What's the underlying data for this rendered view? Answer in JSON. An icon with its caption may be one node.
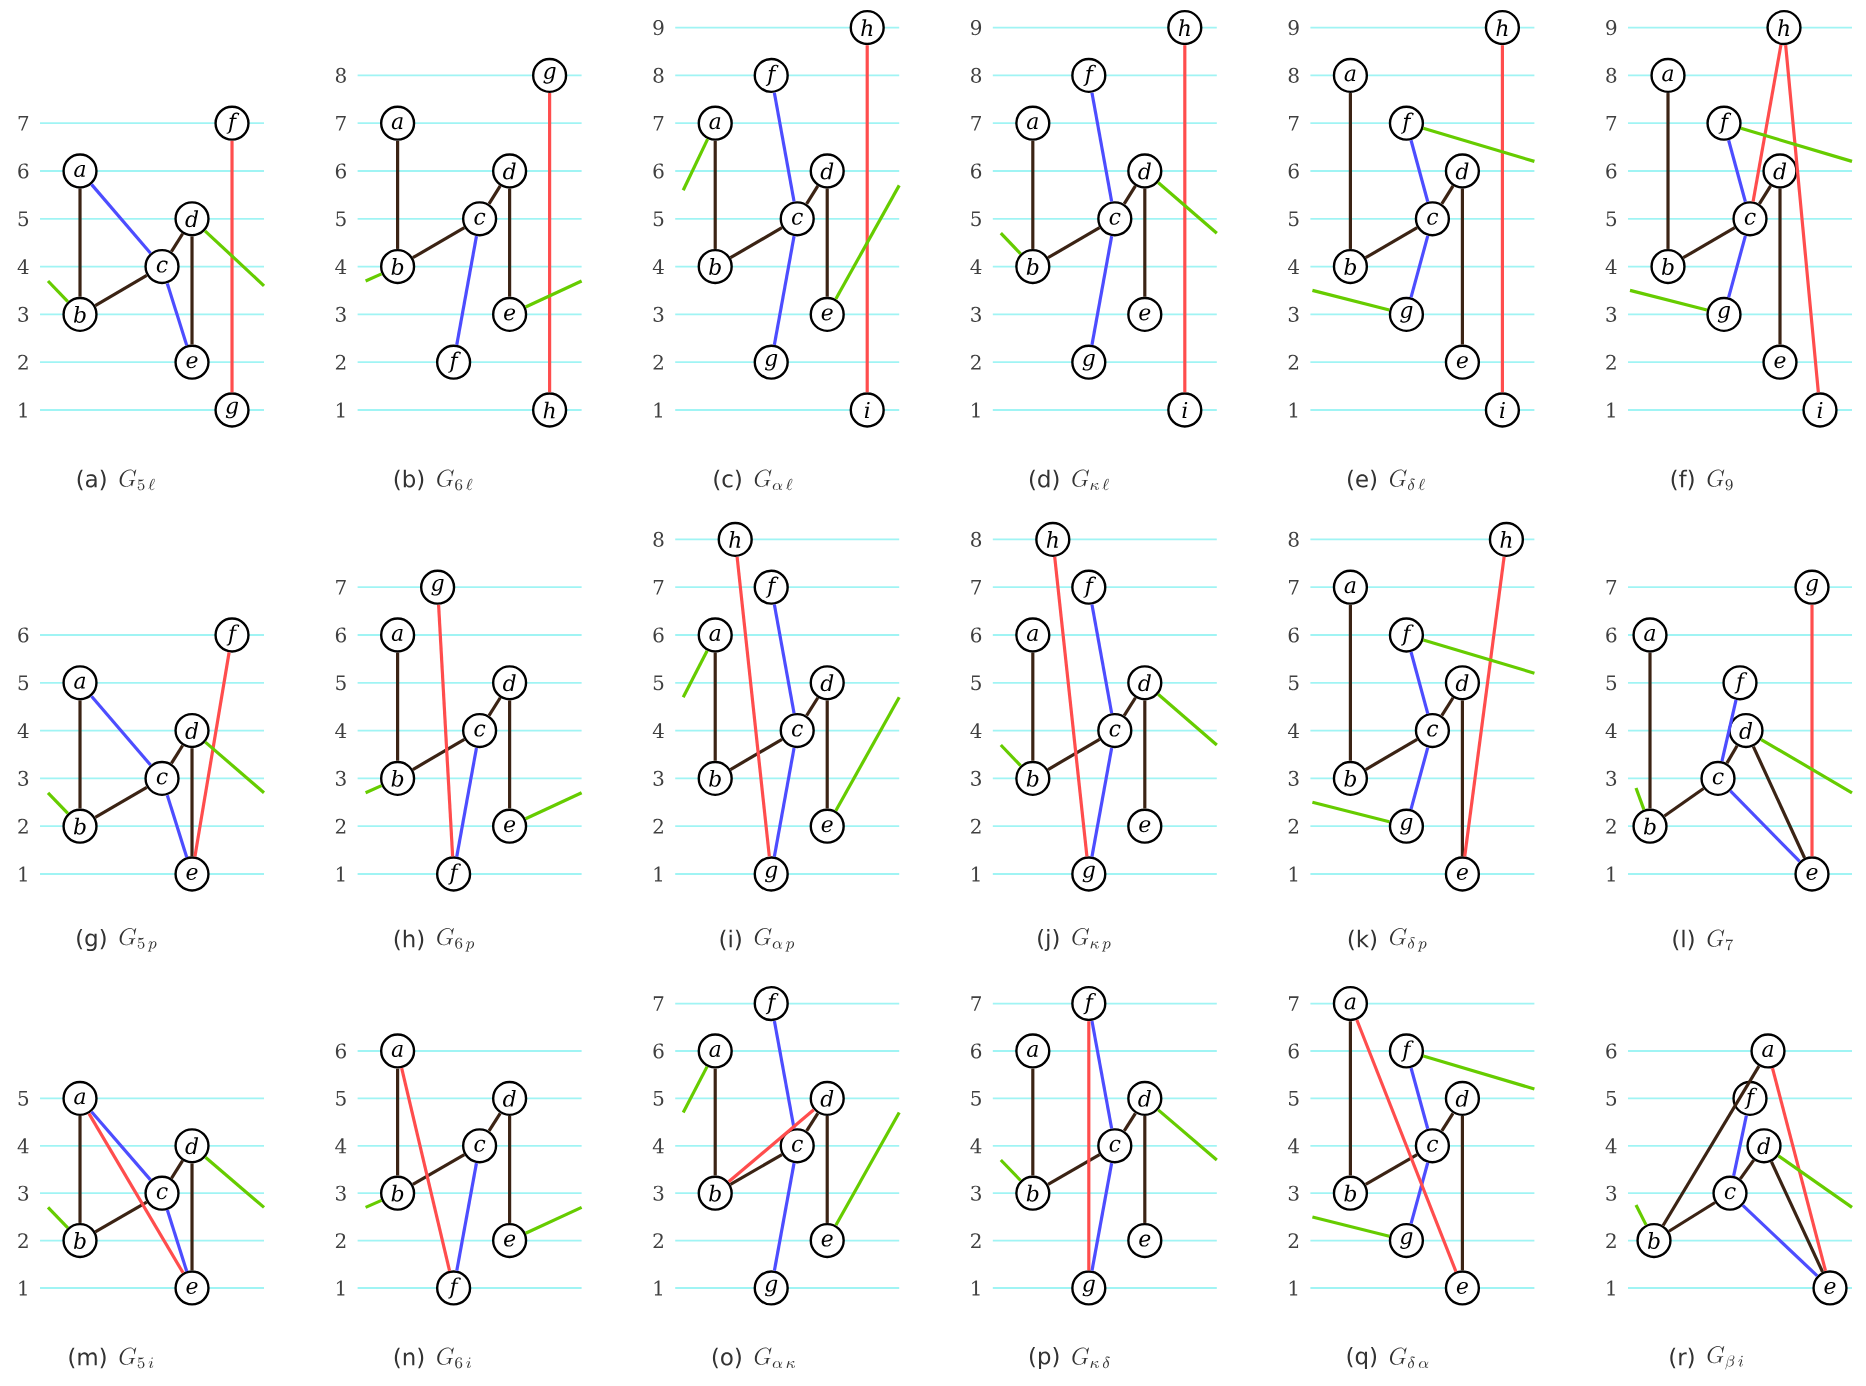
{
  "diagram": {
    "nodes": [
      {
        "text": [
          "a"
        ]
      },
      {
        "text": [
          "b"
        ]
      },
      {
        "text": [
          "c"
        ]
      },
      {
        "text": [
          "d"
        ]
      },
      {
        "text": [
          "e"
        ]
      },
      {
        "text": [
          "f"
        ]
      },
      {
        "text": [
          "g"
        ]
      },
      {
        "text": [
          "a"
        ]
      },
      {
        "text": [
          "b"
        ]
      },
      {
        "text": [
          "c"
        ]
      },
      {
        "text": [
          "d"
        ]
      },
      {
        "text": [
          "e"
        ]
      },
      {
        "text": [
          "f"
        ]
      },
      {
        "text": [
          "g"
        ]
      },
      {
        "text": [
          "h"
        ]
      },
      {
        "text": [
          "a"
        ]
      },
      {
        "text": [
          "b"
        ]
      },
      {
        "text": [
          "c"
        ]
      },
      {
        "text": [
          "d"
        ]
      },
      {
        "text": [
          "e"
        ]
      },
      {
        "text": [
          "f"
        ]
      },
      {
        "text": [
          "g"
        ]
      },
      {
        "text": [
          "h"
        ]
      },
      {
        "text": [
          "i"
        ]
      },
      {
        "text": [
          "a"
        ]
      },
      {
        "text": [
          "b"
        ]
      },
      {
        "text": [
          "c"
        ]
      },
      {
        "text": [
          "d"
        ]
      },
      {
        "text": [
          "e"
        ]
      },
      {
        "text": [
          "f"
        ]
      },
      {
        "text": [
          "g"
        ]
      },
      {
        "text": [
          "h"
        ]
      },
      {
        "text": [
          "i"
        ]
      },
      {
        "text": [
          "a"
        ]
      },
      {
        "text": [
          "b"
        ]
      },
      {
        "text": [
          "c"
        ]
      },
      {
        "text": [
          "d"
        ]
      },
      {
        "text": [
          "e"
        ]
      },
      {
        "text": [
          "f"
        ]
      },
      {
        "text": [
          "g"
        ]
      },
      {
        "text": [
          "h"
        ]
      },
      {
        "text": [
          "i"
        ]
      },
      {
        "text": [
          "a"
        ]
      },
      {
        "text": [
          "b"
        ]
      },
      {
        "text": [
          "c"
        ]
      },
      {
        "text": [
          "d"
        ]
      },
      {
        "text": [
          "e"
        ]
      },
      {
        "text": [
          "f"
        ]
      },
      {
        "text": [
          "g"
        ]
      },
      {
        "text": [
          "h"
        ]
      },
      {
        "text": [
          "i"
        ]
      },
      {
        "text": [
          "a"
        ]
      },
      {
        "text": [
          "b"
        ]
      },
      {
        "text": [
          "c"
        ]
      },
      {
        "text": [
          "d"
        ]
      },
      {
        "text": [
          "e"
        ]
      },
      {
        "text": [
          "f"
        ]
      },
      {
        "text": [
          "a"
        ]
      },
      {
        "text": [
          "b"
        ]
      },
      {
        "text": [
          "c"
        ]
      },
      {
        "text": [
          "d"
        ]
      },
      {
        "text": [
          "e"
        ]
      },
      {
        "text": [
          "f"
        ]
      },
      {
        "text": [
          "g"
        ]
      },
      {
        "text": [
          "a"
        ]
      },
      {
        "text": [
          "b"
        ]
      },
      {
        "text": [
          "c"
        ]
      },
      {
        "text": [
          "d"
        ]
      },
      {
        "text": [
          "e"
        ]
      },
      {
        "text": [
          "f"
        ]
      },
      {
        "text": [
          "g"
        ]
      },
      {
        "text": [
          "h"
        ]
      },
      {
        "text": [
          "a"
        ]
      },
      {
        "text": [
          "b"
        ]
      },
      {
        "text": [
          "c"
        ]
      },
      {
        "text": [
          "d"
        ]
      },
      {
        "text": [
          "e"
        ]
      },
      {
        "text": [
          "f"
        ]
      },
      {
        "text": [
          "g"
        ]
      },
      {
        "text": [
          "h"
        ]
      },
      {
        "text": [
          "a"
        ]
      },
      {
        "text": [
          "b"
        ]
      },
      {
        "text": [
          "c"
        ]
      },
      {
        "text": [
          "d"
        ]
      },
      {
        "text": [
          "e"
        ]
      },
      {
        "text": [
          "f"
        ]
      },
      {
        "text": [
          "g"
        ]
      },
      {
        "text": [
          "h"
        ]
      },
      {
        "text": [
          "a"
        ]
      },
      {
        "text": [
          "b"
        ]
      },
      {
        "text": [
          "c"
        ]
      },
      {
        "text": [
          "d"
        ]
      },
      {
        "text": [
          "e"
        ]
      },
      {
        "text": [
          "f"
        ]
      },
      {
        "text": [
          "g"
        ]
      },
      {
        "text": [
          "a"
        ]
      },
      {
        "text": [
          "b"
        ]
      },
      {
        "text": [
          "c"
        ]
      },
      {
        "text": [
          "d"
        ]
      },
      {
        "text": [
          "e"
        ]
      },
      {
        "text": [
          "a"
        ]
      },
      {
        "text": [
          "b"
        ]
      },
      {
        "text": [
          "c"
        ]
      },
      {
        "text": [
          "d"
        ]
      },
      {
        "text": [
          "e"
        ]
      },
      {
        "text": [
          "f"
        ]
      },
      {
        "text": [
          "a"
        ]
      },
      {
        "text": [
          "b"
        ]
      },
      {
        "text": [
          "c"
        ]
      },
      {
        "text": [
          "d"
        ]
      },
      {
        "text": [
          "e"
        ]
      },
      {
        "text": [
          "f"
        ]
      },
      {
        "text": [
          "g"
        ]
      },
      {
        "text": [
          "a"
        ]
      },
      {
        "text": [
          "b"
        ]
      },
      {
        "text": [
          "c"
        ]
      },
      {
        "text": [
          "d"
        ]
      },
      {
        "text": [
          "e"
        ]
      },
      {
        "text": [
          "f"
        ]
      },
      {
        "text": [
          "g"
        ]
      },
      {
        "text": [
          "a"
        ]
      },
      {
        "text": [
          "b"
        ]
      },
      {
        "text": [
          "c"
        ]
      },
      {
        "text": [
          "d"
        ]
      },
      {
        "text": [
          "e"
        ]
      },
      {
        "text": [
          "f"
        ]
      },
      {
        "text": [
          "g"
        ]
      },
      {
        "text": [
          "a"
        ]
      },
      {
        "text": [
          "b"
        ]
      },
      {
        "text": [
          "c"
        ]
      },
      {
        "text": [
          "d"
        ]
      },
      {
        "text": [
          "e"
        ]
      },
      {
        "text": [
          "f"
        ]
      }
    ],
    "edges": [
      {
        "from": 0,
        "to": 1,
        "arrow": "none"
      },
      {
        "from": 1,
        "to": 2,
        "arrow": "none"
      },
      {
        "from": 2,
        "to": 3,
        "arrow": "none"
      },
      {
        "from": 3,
        "to": 4,
        "arrow": "none"
      },
      {
        "from": 0,
        "to": 2,
        "arrow": "none",
        "color": "#4d4dff"
      },
      {
        "from": 2,
        "to": 4,
        "arrow": "none",
        "color": "#4d4dff"
      },
      {
        "from": 5,
        "to": 6,
        "arrow": "none",
        "color": "#ff4d4d"
      },
      {
        "from": 1,
        "to": null,
        "arrow": "none",
        "color": "#66cc00"
      },
      {
        "from": 3,
        "to": null,
        "arrow": "none",
        "color": "#66cc00"
      },
      {
        "from": 7,
        "to": 8,
        "arrow": "none"
      },
      {
        "from": 8,
        "to": 9,
        "arrow": "none"
      },
      {
        "from": 9,
        "to": 10,
        "arrow": "none"
      },
      {
        "from": 10,
        "to": 11,
        "arrow": "none"
      },
      {
        "from": 9,
        "to": 12,
        "arrow": "none",
        "color": "#4d4dff"
      },
      {
        "from": 13,
        "to": 14,
        "arrow": "none",
        "color": "#ff4d4d"
      },
      {
        "from": 8,
        "to": null,
        "arrow": "none",
        "color": "#66cc00"
      },
      {
        "from": 11,
        "to": null,
        "arrow": "none",
        "color": "#66cc00"
      },
      {
        "from": 15,
        "to": 16,
        "arrow": "none"
      },
      {
        "from": 16,
        "to": 17,
        "arrow": "none"
      },
      {
        "from": 17,
        "to": 18,
        "arrow": "none"
      },
      {
        "from": 18,
        "to": 19,
        "arrow": "none"
      },
      {
        "from": 20,
        "to": 17,
        "arrow": "none",
        "color": "#4d4dff"
      },
      {
        "from": 17,
        "to": 21,
        "arrow": "none",
        "color": "#4d4dff"
      },
      {
        "from": 22,
        "to": 23,
        "arrow": "none",
        "color": "#ff4d4d"
      },
      {
        "from": 15,
        "to": null,
        "arrow": "none",
        "color": "#66cc00"
      },
      {
        "from": 19,
        "to": null,
        "arrow": "none",
        "color": "#66cc00"
      },
      {
        "from": 24,
        "to": 25,
        "arrow": "none"
      },
      {
        "from": 25,
        "to": 26,
        "arrow": "none"
      },
      {
        "from": 26,
        "to": 27,
        "arrow": "none"
      },
      {
        "from": 27,
        "to": 28,
        "arrow": "none"
      },
      {
        "from": 29,
        "to": 26,
        "arrow": "none",
        "color": "#4d4dff"
      },
      {
        "from": 26,
        "to": 30,
        "arrow": "none",
        "color": "#4d4dff"
      },
      {
        "from": 31,
        "to": 32,
        "arrow": "none",
        "color": "#ff4d4d"
      },
      {
        "from": 25,
        "to": null,
        "arrow": "none",
        "color": "#66cc00"
      },
      {
        "from": 27,
        "to": null,
        "arrow": "none",
        "color": "#66cc00"
      },
      {
        "from": 33,
        "to": 34,
        "arrow": "none"
      },
      {
        "from": 34,
        "to": 35,
        "arrow": "none"
      },
      {
        "from": 35,
        "to": 36,
        "arrow": "none"
      },
      {
        "from": 36,
        "to": 37,
        "arrow": "none"
      },
      {
        "from": 38,
        "to": 35,
        "arrow": "none",
        "color": "#4d4dff"
      },
      {
        "from": 35,
        "to": 39,
        "arrow": "none",
        "color": "#4d4dff"
      },
      {
        "from": 40,
        "to": 41,
        "arrow": "none",
        "color": "#ff4d4d"
      },
      {
        "from": 38,
        "to": null,
        "arrow": "none",
        "color": "#66cc00"
      },
      {
        "from": 39,
        "to": null,
        "arrow": "none",
        "color": "#66cc00"
      },
      {
        "from": 42,
        "to": 43,
        "arrow": "none"
      },
      {
        "from": 43,
        "to": 44,
        "arrow": "none"
      },
      {
        "from": 44,
        "to": 45,
        "arrow": "none"
      },
      {
        "from": 45,
        "to": 46,
        "arrow": "none"
      },
      {
        "from": 47,
        "to": 44,
        "arrow": "none",
        "color": "#4d4dff"
      },
      {
        "from": 44,
        "to": 48,
        "arrow": "none",
        "color": "#4d4dff"
      },
      {
        "from": 49,
        "to": 44,
        "arrow": "none",
        "color": "#ff4d4d"
      },
      {
        "from": 49,
        "to": 50,
        "arrow": "none",
        "color": "#ff4d4d"
      },
      {
        "from": 47,
        "to": null,
        "arrow": "none",
        "color": "#66cc00"
      },
      {
        "from": 48,
        "to": null,
        "arrow": "none",
        "color": "#66cc00"
      },
      {
        "from": 51,
        "to": 52,
        "arrow": "none"
      },
      {
        "from": 52,
        "to": 53,
        "arrow": "none"
      },
      {
        "from": 53,
        "to": 54,
        "arrow": "none"
      },
      {
        "from": 54,
        "to": 55,
        "arrow": "none"
      },
      {
        "from": 51,
        "to": 53,
        "arrow": "none",
        "color": "#4d4dff"
      },
      {
        "from": 53,
        "to": 55,
        "arrow": "none",
        "color": "#4d4dff"
      },
      {
        "from": 56,
        "to": 55,
        "arrow": "none",
        "color": "#ff4d4d"
      },
      {
        "from": 52,
        "to": null,
        "arrow": "none",
        "color": "#66cc00"
      },
      {
        "from": 54,
        "to": null,
        "arrow": "none",
        "color": "#66cc00"
      },
      {
        "from": 57,
        "to": 58,
        "arrow": "none"
      },
      {
        "from": 58,
        "to": 59,
        "arrow": "none"
      },
      {
        "from": 59,
        "to": 60,
        "arrow": "none"
      },
      {
        "from": 60,
        "to": 61,
        "arrow": "none"
      },
      {
        "from": 59,
        "to": 62,
        "arrow": "none",
        "color": "#4d4dff"
      },
      {
        "from": 63,
        "to": 62,
        "arrow": "none",
        "color": "#ff4d4d"
      },
      {
        "from": 58,
        "to": null,
        "arrow": "none",
        "color": "#66cc00"
      },
      {
        "from": 61,
        "to": null,
        "arrow": "none",
        "color": "#66cc00"
      },
      {
        "from": 64,
        "to": 65,
        "arrow": "none"
      },
      {
        "from": 65,
        "to": 66,
        "arrow": "none"
      },
      {
        "from": 66,
        "to": 67,
        "arrow": "none"
      },
      {
        "from": 67,
        "to": 68,
        "arrow": "none"
      },
      {
        "from": 69,
        "to": 66,
        "arrow": "none",
        "color": "#4d4dff"
      },
      {
        "from": 66,
        "to": 70,
        "arrow": "none",
        "color": "#4d4dff"
      },
      {
        "from": 71,
        "to": 70,
        "arrow": "none",
        "color": "#ff4d4d"
      },
      {
        "from": 64,
        "to": null,
        "arrow": "none",
        "color": "#66cc00"
      },
      {
        "from": 68,
        "to": null,
        "arrow": "none",
        "color": "#66cc00"
      },
      {
        "from": 72,
        "to": 73,
        "arrow": "none"
      },
      {
        "from": 73,
        "to": 74,
        "arrow": "none"
      },
      {
        "from": 74,
        "to": 75,
        "arrow": "none"
      },
      {
        "from": 75,
        "to": 76,
        "arrow": "none"
      },
      {
        "from": 77,
        "to": 74,
        "arrow": "none",
        "color": "#4d4dff"
      },
      {
        "from": 74,
        "to": 78,
        "arrow": "none",
        "color": "#4d4dff"
      },
      {
        "from": 79,
        "to": 78,
        "arrow": "none",
        "color": "#ff4d4d"
      },
      {
        "from": 73,
        "to": null,
        "arrow": "none",
        "color": "#66cc00"
      },
      {
        "from": 75,
        "to": null,
        "arrow": "none",
        "color": "#66cc00"
      },
      {
        "from": 80,
        "to": 81,
        "arrow": "none"
      },
      {
        "from": 81,
        "to": 82,
        "arrow": "none"
      },
      {
        "from": 82,
        "to": 83,
        "arrow": "none"
      },
      {
        "from": 83,
        "to": 84,
        "arrow": "none"
      },
      {
        "from": 85,
        "to": 82,
        "arrow": "none",
        "color": "#4d4dff"
      },
      {
        "from": 82,
        "to": 86,
        "arrow": "none",
        "color": "#4d4dff"
      },
      {
        "from": 87,
        "to": 84,
        "arrow": "none",
        "color": "#ff4d4d"
      },
      {
        "from": 85,
        "to": null,
        "arrow": "none",
        "color": "#66cc00"
      },
      {
        "from": 86,
        "to": null,
        "arrow": "none",
        "color": "#66cc00"
      },
      {
        "from": 88,
        "to": 89,
        "arrow": "none"
      },
      {
        "from": 89,
        "to": 90,
        "arrow": "none"
      },
      {
        "from": 90,
        "to": 91,
        "arrow": "none"
      },
      {
        "from": 91,
        "to": 92,
        "arrow": "none"
      },
      {
        "from": 93,
        "to": 90,
        "arrow": "none",
        "color": "#4d4dff"
      },
      {
        "from": 90,
        "to": 92,
        "arrow": "none",
        "color": "#4d4dff"
      },
      {
        "from": 94,
        "to": 92,
        "arrow": "none",
        "color": "#ff4d4d"
      },
      {
        "from": 89,
        "to": null,
        "arrow": "none",
        "color": "#66cc00"
      },
      {
        "from": 91,
        "to": null,
        "arrow": "none",
        "color": "#66cc00"
      },
      {
        "from": 95,
        "to": 96,
        "arrow": "none"
      },
      {
        "from": 96,
        "to": 97,
        "arrow": "none"
      },
      {
        "from": 97,
        "to": 98,
        "arrow": "none"
      },
      {
        "from": 98,
        "to": 99,
        "arrow": "none"
      },
      {
        "from": 95,
        "to": 97,
        "arrow": "none",
        "color": "#4d4dff"
      },
      {
        "from": 97,
        "to": 99,
        "arrow": "none",
        "color": "#4d4dff"
      },
      {
        "from": 95,
        "to": 99,
        "arrow": "none",
        "color": "#ff4d4d"
      },
      {
        "from": 96,
        "to": null,
        "arrow": "none",
        "color": "#66cc00"
      },
      {
        "from": 98,
        "to": null,
        "arrow": "none",
        "color": "#66cc00"
      },
      {
        "from": 100,
        "to": 101,
        "arrow": "none"
      },
      {
        "from": 101,
        "to": 102,
        "arrow": "none"
      },
      {
        "from": 102,
        "to": 103,
        "arrow": "none"
      },
      {
        "from": 103,
        "to": 104,
        "arrow": "none"
      },
      {
        "from": 102,
        "to": 105,
        "arrow": "none",
        "color": "#4d4dff"
      },
      {
        "from": 100,
        "to": 105,
        "arrow": "none",
        "color": "#ff4d4d"
      },
      {
        "from": 101,
        "to": null,
        "arrow": "none",
        "color": "#66cc00"
      },
      {
        "from": 104,
        "to": null,
        "arrow": "none",
        "color": "#66cc00"
      },
      {
        "from": 106,
        "to": 107,
        "arrow": "none"
      },
      {
        "from": 107,
        "to": 108,
        "arrow": "none"
      },
      {
        "from": 108,
        "to": 109,
        "arrow": "none"
      },
      {
        "from": 109,
        "to": 110,
        "arrow": "none"
      },
      {
        "from": 111,
        "to": 108,
        "arrow": "none",
        "color": "#4d4dff"
      },
      {
        "from": 108,
        "to": 112,
        "arrow": "none",
        "color": "#4d4dff"
      },
      {
        "from": 107,
        "to": 109,
        "arrow": "none",
        "color": "#ff4d4d"
      },
      {
        "from": 106,
        "to": null,
        "arrow": "none",
        "color": "#66cc00"
      },
      {
        "from": 110,
        "to": null,
        "arrow": "none",
        "color": "#66cc00"
      },
      {
        "from": 113,
        "to": 114,
        "arrow": "none"
      },
      {
        "from": 114,
        "to": 115,
        "arrow": "none"
      },
      {
        "from": 115,
        "to": 116,
        "arrow": "none"
      },
      {
        "from": 116,
        "to": 117,
        "arrow": "none"
      },
      {
        "from": 118,
        "to": 115,
        "arrow": "none",
        "color": "#4d4dff"
      },
      {
        "from": 115,
        "to": 119,
        "arrow": "none",
        "color": "#4d4dff"
      },
      {
        "from": 118,
        "to": 119,
        "arrow": "none",
        "color": "#ff4d4d"
      },
      {
        "from": 114,
        "to": null,
        "arrow": "none",
        "color": "#66cc00"
      },
      {
        "from": 116,
        "to": null,
        "arrow": "none",
        "color": "#66cc00"
      },
      {
        "from": 120,
        "to": 121,
        "arrow": "none"
      },
      {
        "from": 121,
        "to": 122,
        "arrow": "none"
      },
      {
        "from": 122,
        "to": 123,
        "arrow": "none"
      },
      {
        "from": 123,
        "to": 124,
        "arrow": "none"
      },
      {
        "from": 125,
        "to": 122,
        "arrow": "none",
        "color": "#4d4dff"
      },
      {
        "from": 122,
        "to": 126,
        "arrow": "none",
        "color": "#4d4dff"
      },
      {
        "from": 120,
        "to": 124,
        "arrow": "none",
        "color": "#ff4d4d"
      },
      {
        "from": 125,
        "to": null,
        "arrow": "none",
        "color": "#66cc00"
      },
      {
        "from": 126,
        "to": null,
        "arrow": "none",
        "color": "#66cc00"
      },
      {
        "from": 127,
        "to": 128,
        "arrow": "none"
      },
      {
        "from": 128,
        "to": 129,
        "arrow": "none"
      },
      {
        "from": 129,
        "to": 130,
        "arrow": "none"
      },
      {
        "from": 130,
        "to": 131,
        "arrow": "none"
      },
      {
        "from": 132,
        "to": 129,
        "arrow": "none",
        "color": "#4d4dff"
      },
      {
        "from": 129,
        "to": 131,
        "arrow": "none",
        "color": "#4d4dff"
      },
      {
        "from": 127,
        "to": 131,
        "arrow": "none",
        "color": "#ff4d4d"
      },
      {
        "from": 128,
        "to": null,
        "arrow": "none",
        "color": "#66cc00"
      },
      {
        "from": 130,
        "to": null,
        "arrow": "none",
        "color": "#66cc00"
      }
    ],
    "labels": [
      "7",
      "6",
      "5",
      "4",
      "3",
      "2",
      "1",
      "8",
      "7",
      "6",
      "5",
      "4",
      "3",
      "2",
      "1",
      "9",
      "8",
      "7",
      "6",
      "5",
      "4",
      "3",
      "2",
      "1",
      "9",
      "8",
      "7",
      "6",
      "5",
      "4",
      "3",
      "2",
      "1",
      "9",
      "8",
      "7",
      "6",
      "5",
      "4",
      "3",
      "2",
      "1",
      "9",
      "8",
      "7",
      "6",
      "5",
      "4",
      "3",
      "2",
      "1",
      "(a)",
      "G_{5\\,\\ell}",
      "(b)",
      "G_{6\\,\\ell}",
      "(c)",
      "G_{\\alpha\\,\\ell}",
      "(d)",
      "G_{\\kappa\\,\\ell}",
      "(e)",
      "G_{\\delta\\,\\ell}",
      "(f)",
      "G_{9}",
      "6",
      "5",
      "4",
      "3",
      "2",
      "1",
      "7",
      "6",
      "5",
      "4",
      "3",
      "2",
      "1",
      "8",
      "7",
      "6",
      "5",
      "4",
      "3",
      "2",
      "1",
      "8",
      "7",
      "6",
      "5",
      "4",
      "3",
      "2",
      "1",
      "8",
      "7",
      "6",
      "5",
      "4",
      "3",
      "2",
      "1",
      "7",
      "6",
      "5",
      "4",
      "3",
      "2",
      "1",
      "(g)",
      "G_{5\\,p}",
      "(h)",
      "G_{6\\,p}",
      "(i)",
      "G_{\\alpha\\,p}",
      "(j)",
      "G_{\\kappa\\,p}",
      "(k)",
      "G_{\\delta\\,p}",
      "(l)",
      "G_{7}",
      "5",
      "4",
      "3",
      "2",
      "1",
      "6",
      "5",
      "4",
      "3",
      "2",
      "1",
      "7",
      "6",
      "5",
      "4",
      "3",
      "2",
      "1",
      "7",
      "6",
      "5",
      "4",
      "3",
      "2",
      "1",
      "7",
      "6",
      "5",
      "4",
      "3",
      "2",
      "1",
      "6",
      "5",
      "4",
      "3",
      "2",
      "1",
      "(m)",
      "G_{5\\,i}",
      "(n)",
      "G_{6\\,i}",
      "(o)",
      "G_{\\alpha\\,\\kappa}",
      "(p)",
      "G_{\\kappa\\,\\delta}",
      "(q)",
      "G_{\\delta\\,\\alpha}",
      "(r)",
      "G_{\\beta\\,i}"
    ]
  }
}
